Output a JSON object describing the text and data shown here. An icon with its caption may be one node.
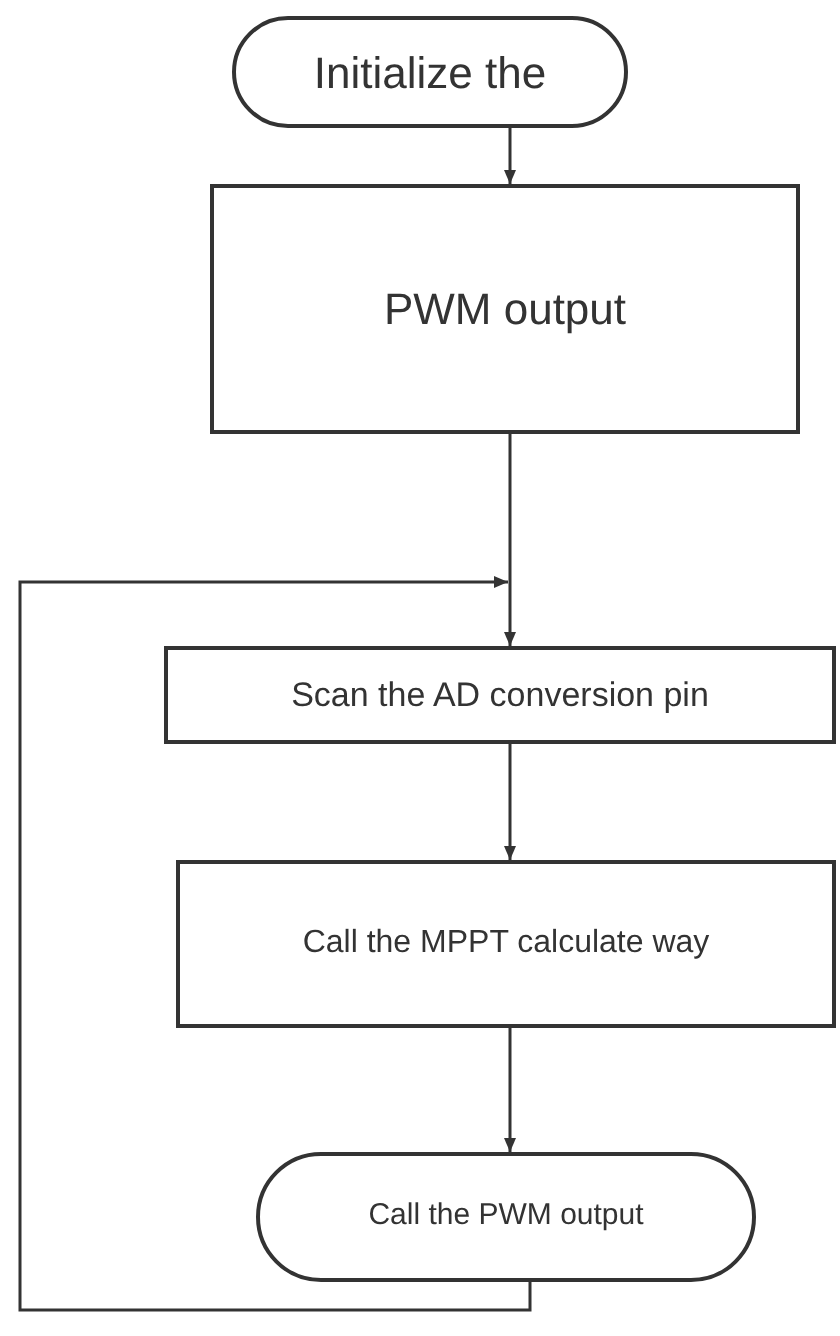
{
  "diagram": {
    "nodes": [
      {
        "text": [
          "Initialize the"
        ]
      },
      {
        "text": [
          "PWM output"
        ]
      },
      {
        "text": [
          "Scan the AD conversion pin"
        ]
      },
      {
        "text": [
          "Call the MPPT calculate way"
        ]
      },
      {
        "text": [
          "Call the PWM output"
        ]
      }
    ],
    "edges": [
      {
        "from": 0,
        "to": 1,
        "arrow": "to"
      },
      {
        "from": 1,
        "to": 2,
        "arrow": "to"
      },
      {
        "from": 2,
        "to": 3,
        "arrow": "to"
      },
      {
        "from": 3,
        "to": 4,
        "arrow": "to"
      },
      {
        "from": 4,
        "to": 2,
        "arrow": "to"
      }
    ]
  }
}
